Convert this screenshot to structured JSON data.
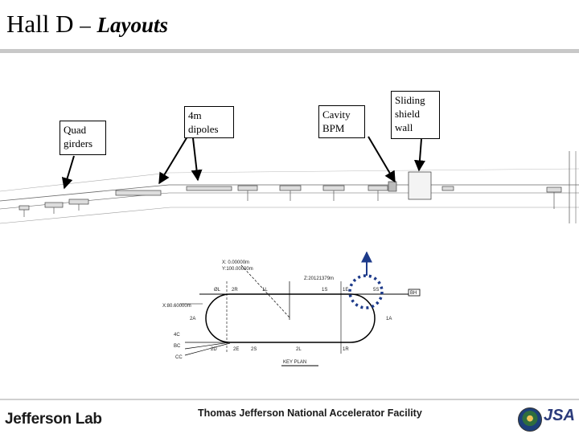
{
  "slide": {
    "title_main": "Hall D",
    "title_dash": "–",
    "title_sub": "Layouts"
  },
  "callouts": {
    "quad_girders": [
      "Quad",
      "girders"
    ],
    "dipoles": [
      "4m",
      "dipoles"
    ],
    "cavity_bpm": [
      "Cavity",
      "BPM"
    ],
    "sliding_wall": [
      "Sliding",
      "shield",
      "wall"
    ]
  },
  "key_plan": {
    "xy_readout": [
      "X: 0.00000m",
      "Y:100.00000m"
    ],
    "z_readout": "Z:20121379m",
    "x_readout": "X:80.60000m",
    "labels": {
      "top": [
        "ØL",
        "2R",
        "1L",
        "1S",
        "1E",
        "5S"
      ],
      "right": "1A",
      "left": "2A",
      "bottom": [
        "2D",
        "2E",
        "2S",
        "2L",
        "1R"
      ],
      "left_beams": [
        "4C",
        "BC",
        "CC"
      ],
      "bh": "BH",
      "key_plan_title": "KEY PLAN"
    }
  },
  "footer": {
    "lab_logo_text": "Jefferson Lab",
    "facility_name": "Thomas Jefferson National Accelerator Facility",
    "jsa_logo_text": "JSA"
  }
}
